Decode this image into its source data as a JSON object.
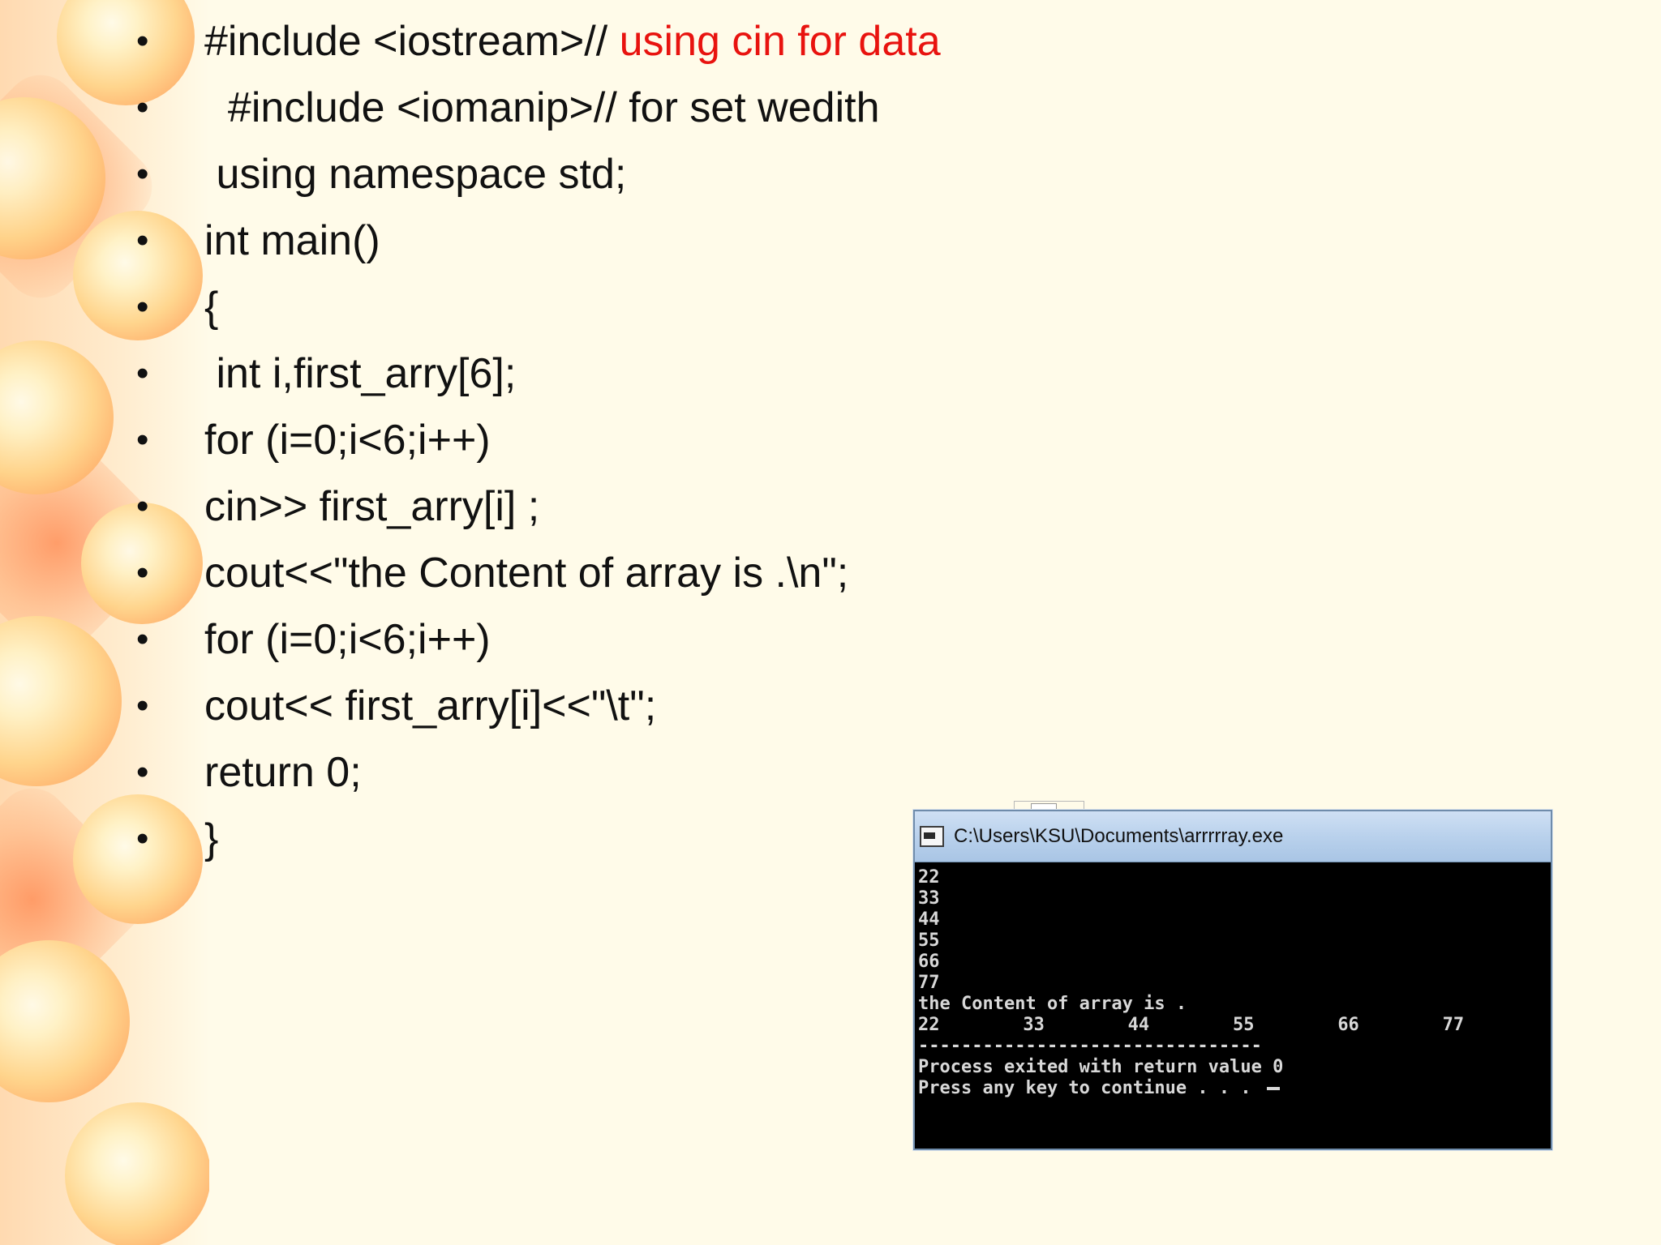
{
  "slide": {
    "code_lines": [
      {
        "bullet": "•",
        "text": "#include <iostream>// ",
        "comment": "using cin for data"
      },
      {
        "bullet": "•",
        "text": "  #include <iomanip>// for set wedith"
      },
      {
        "bullet": "•",
        "text": " using namespace std;"
      },
      {
        "bullet": "•",
        "text": "int main()"
      },
      {
        "bullet": "•",
        "text": "{"
      },
      {
        "bullet": "•",
        "text": " int i,first_arry[6];"
      },
      {
        "bullet": "•",
        "text": "for (i=0;i<6;i++)"
      },
      {
        "bullet": "•",
        "text": "cin>> first_arry[i] ;"
      },
      {
        "bullet": "•",
        "text": "cout<<\"the Content of array is .\\n\";"
      },
      {
        "bullet": "•",
        "text": "for (i=0;i<6;i++)"
      },
      {
        "bullet": "•",
        "text": "cout<< first_arry[i]<<\"\\t\";"
      },
      {
        "bullet": "•",
        "text": "return 0;"
      },
      {
        "bullet": "•",
        "text": "}"
      }
    ],
    "comment_color": "#e8130f"
  },
  "console": {
    "title": "C:\\Users\\KSU\\Documents\\arrrrray.exe",
    "input_lines": [
      "22",
      "33",
      "44",
      "55",
      "66",
      "77"
    ],
    "content_line": "the Content of array is .",
    "values": [
      "22",
      "33",
      "44",
      "55",
      "66",
      "77"
    ],
    "separator": "--------------------------------",
    "exit_line": "Process exited with return value 0",
    "continue_line": "Press any key to continue . . . "
  }
}
